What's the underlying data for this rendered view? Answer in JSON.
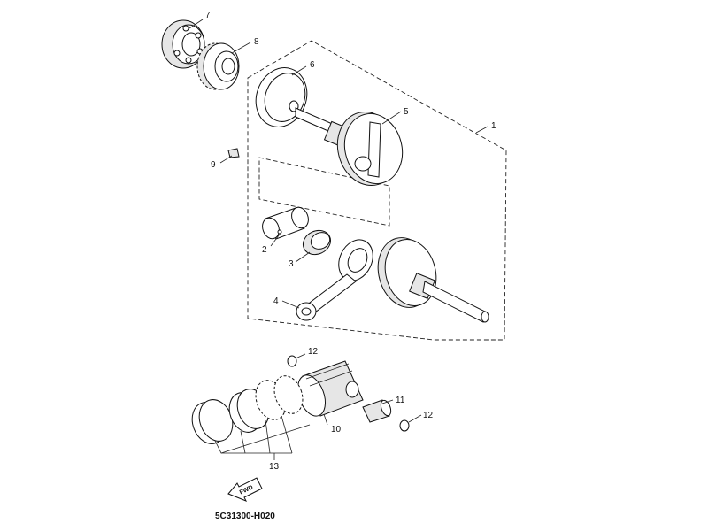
{
  "diagram": {
    "drawing_code": "5C31300-H020",
    "fwd_label": "FWD",
    "callouts": [
      {
        "id": "1",
        "label": "1"
      },
      {
        "id": "2",
        "label": "2"
      },
      {
        "id": "3",
        "label": "3"
      },
      {
        "id": "4",
        "label": "4"
      },
      {
        "id": "5",
        "label": "5"
      },
      {
        "id": "6",
        "label": "6"
      },
      {
        "id": "7",
        "label": "7"
      },
      {
        "id": "8",
        "label": "8"
      },
      {
        "id": "9",
        "label": "9"
      },
      {
        "id": "10",
        "label": "10"
      },
      {
        "id": "11",
        "label": "11"
      },
      {
        "id": "12a",
        "label": "12"
      },
      {
        "id": "12b",
        "label": "12"
      },
      {
        "id": "13",
        "label": "13"
      }
    ]
  }
}
